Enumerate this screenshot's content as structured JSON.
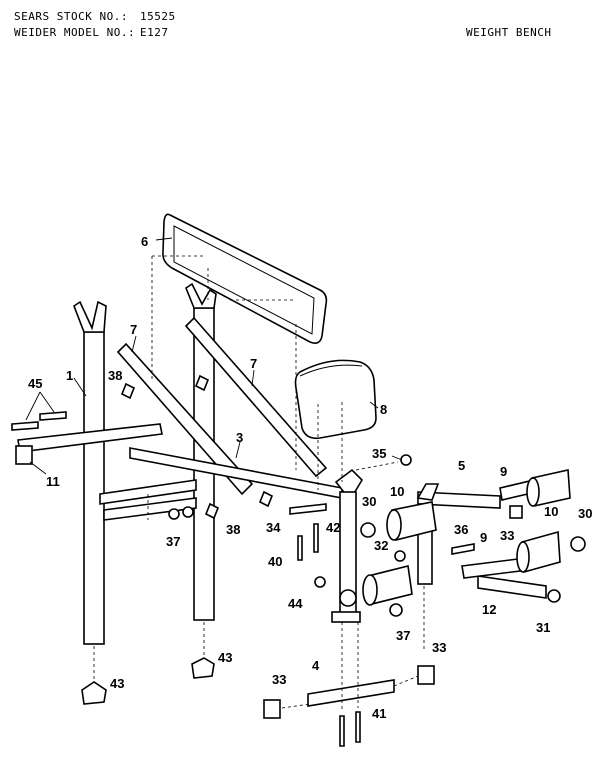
{
  "header": {
    "stock_label": "SEARS STOCK NO.:",
    "stock_value": "15525",
    "model_label": "WEIDER MODEL NO.:",
    "model_value": "E127",
    "title": "WEIGHT BENCH"
  },
  "parts": {
    "p1": "1",
    "p3": "3",
    "p4": "4",
    "p5": "5",
    "p6": "6",
    "p7a": "7",
    "p7b": "7",
    "p8": "8",
    "p9a": "9",
    "p9b": "9",
    "p10a": "10",
    "p10b": "10",
    "p11": "11",
    "p12": "12",
    "p30a": "30",
    "p30b": "30",
    "p31": "31",
    "p32": "32",
    "p33a": "33",
    "p33b": "33",
    "p33c": "33",
    "p34": "34",
    "p35": "35",
    "p36": "36",
    "p37a": "37",
    "p37b": "37",
    "p38a": "38",
    "p38b": "38",
    "p40": "40",
    "p41": "41",
    "p42": "42",
    "p43a": "43",
    "p43b": "43",
    "p44": "44",
    "p45": "45"
  }
}
